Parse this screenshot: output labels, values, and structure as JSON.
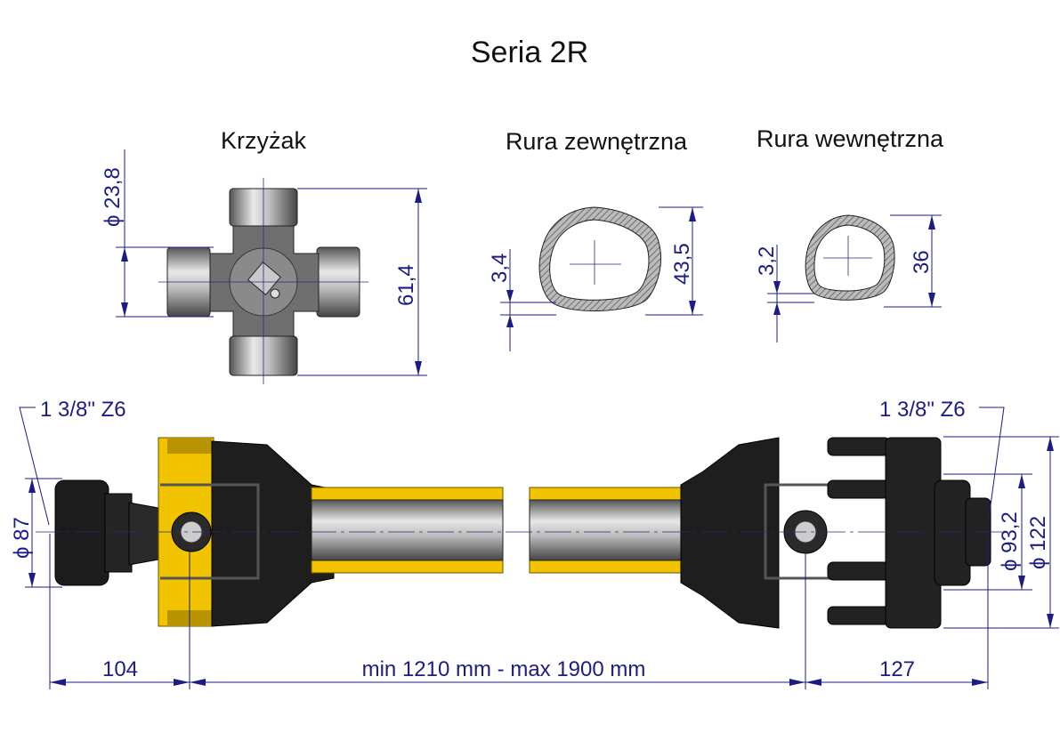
{
  "title": "Seria 2R",
  "views": {
    "cross": {
      "label": "Krzyżak",
      "diameter": "ϕ 23,8",
      "length": "61,4"
    },
    "outer_tube": {
      "label": "Rura zewnętrzna",
      "wall": "3,4",
      "size": "43,5"
    },
    "inner_tube": {
      "label": "Rura wewnętrzna",
      "wall": "3,2",
      "size": "36"
    }
  },
  "shaft": {
    "left_spline": "1 3/8\" Z6",
    "right_spline": "1 3/8\" Z6",
    "left_diameter": "ϕ 87",
    "right_inner_diameter": "ϕ 93,2",
    "right_outer_diameter": "ϕ 122",
    "left_length": "104",
    "length_range": "min 1210 mm - max 1900 mm",
    "right_length": "127"
  },
  "colors": {
    "dimension": "#1c1c86",
    "guard": "#f2c400",
    "body": "#1a1a1a"
  }
}
